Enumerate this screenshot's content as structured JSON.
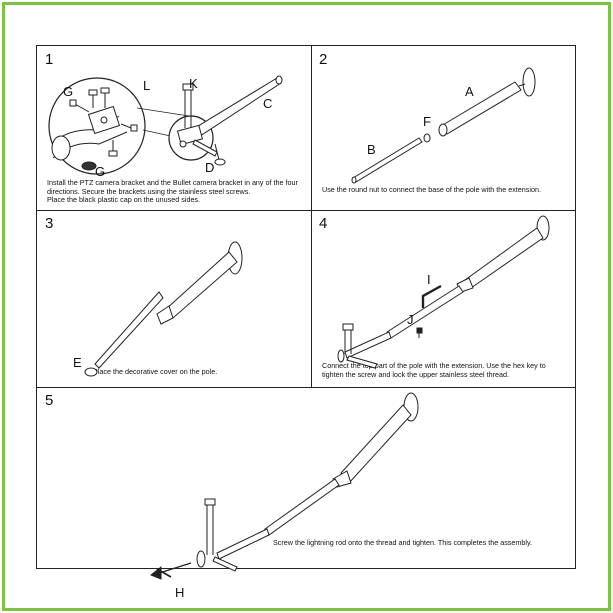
{
  "panels": [
    {
      "number": "1",
      "caption": [
        "Install the PTZ camera bracket and the Bullet camera bracket in any of the four",
        "directions. Secure the brackets using the stainless steel screws.",
        "Place the black plastic cap on the unused sides."
      ],
      "labels": {
        "g1": "G",
        "l": "L",
        "g2": "G",
        "k": "K",
        "c": "C",
        "d": "D"
      }
    },
    {
      "number": "2",
      "caption": [
        "Use the round nut to connect the base of the pole with the extension."
      ],
      "labels": {
        "a": "A",
        "f": "F",
        "b": "B"
      }
    },
    {
      "number": "3",
      "caption": [
        "Place the decorative cover on the pole."
      ],
      "labels": {
        "e": "E"
      }
    },
    {
      "number": "4",
      "caption": [
        "Connect the top part of the pole with the extension. Use the hex key to",
        "tighten the screw and lock the upper stainless steel thread."
      ],
      "labels": {
        "i": "I",
        "j": "J"
      }
    },
    {
      "number": "5",
      "caption": [
        "Screw the lightning rod onto the thread and tighten. This completes the assembly."
      ],
      "labels": {
        "h": "H"
      }
    }
  ],
  "colors": {
    "frame": "#7dc243",
    "line": "#222222"
  }
}
